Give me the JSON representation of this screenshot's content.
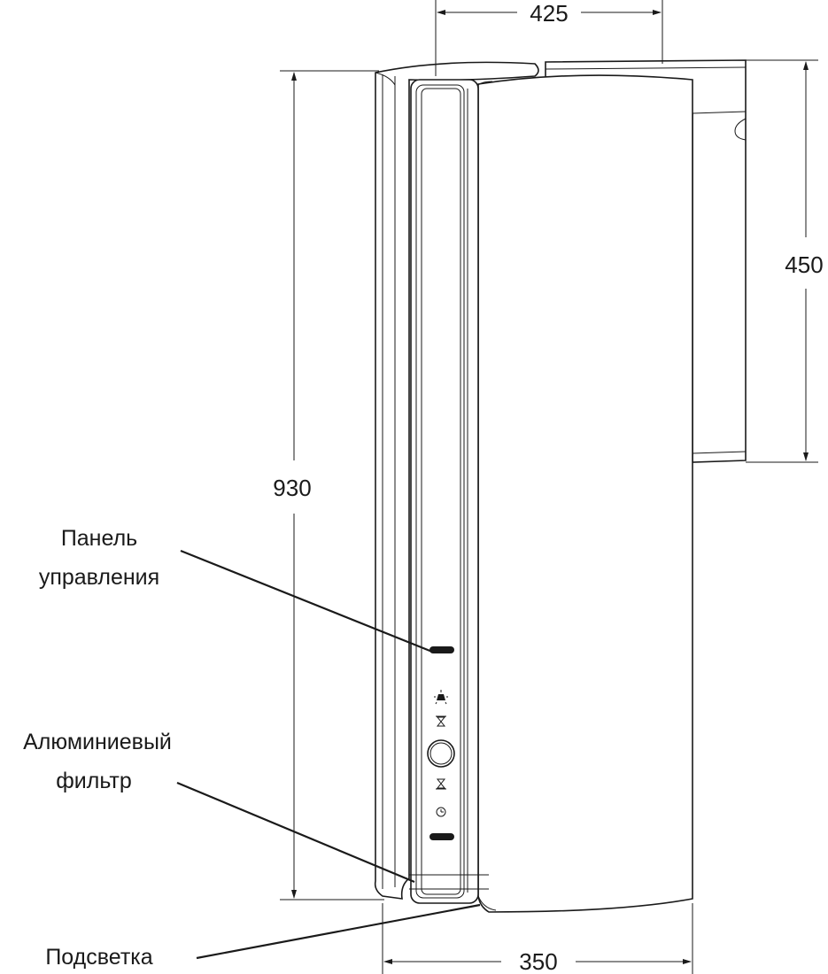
{
  "dimensions": {
    "width_top": "425",
    "height_total": "930",
    "height_mount": "450",
    "width_bottom": "350"
  },
  "callouts": {
    "control_panel": [
      "Панель",
      "управления"
    ],
    "aluminum_filter": [
      "Алюминиевый",
      "фильтр"
    ],
    "lighting": "Подсветка"
  },
  "panel_icons": [
    "light-icon",
    "fan-minus-icon",
    "power-knob",
    "fan-plus-icon",
    "timer-icon"
  ],
  "colors": {
    "line": "#1a1a1a",
    "background": "#ffffff"
  }
}
